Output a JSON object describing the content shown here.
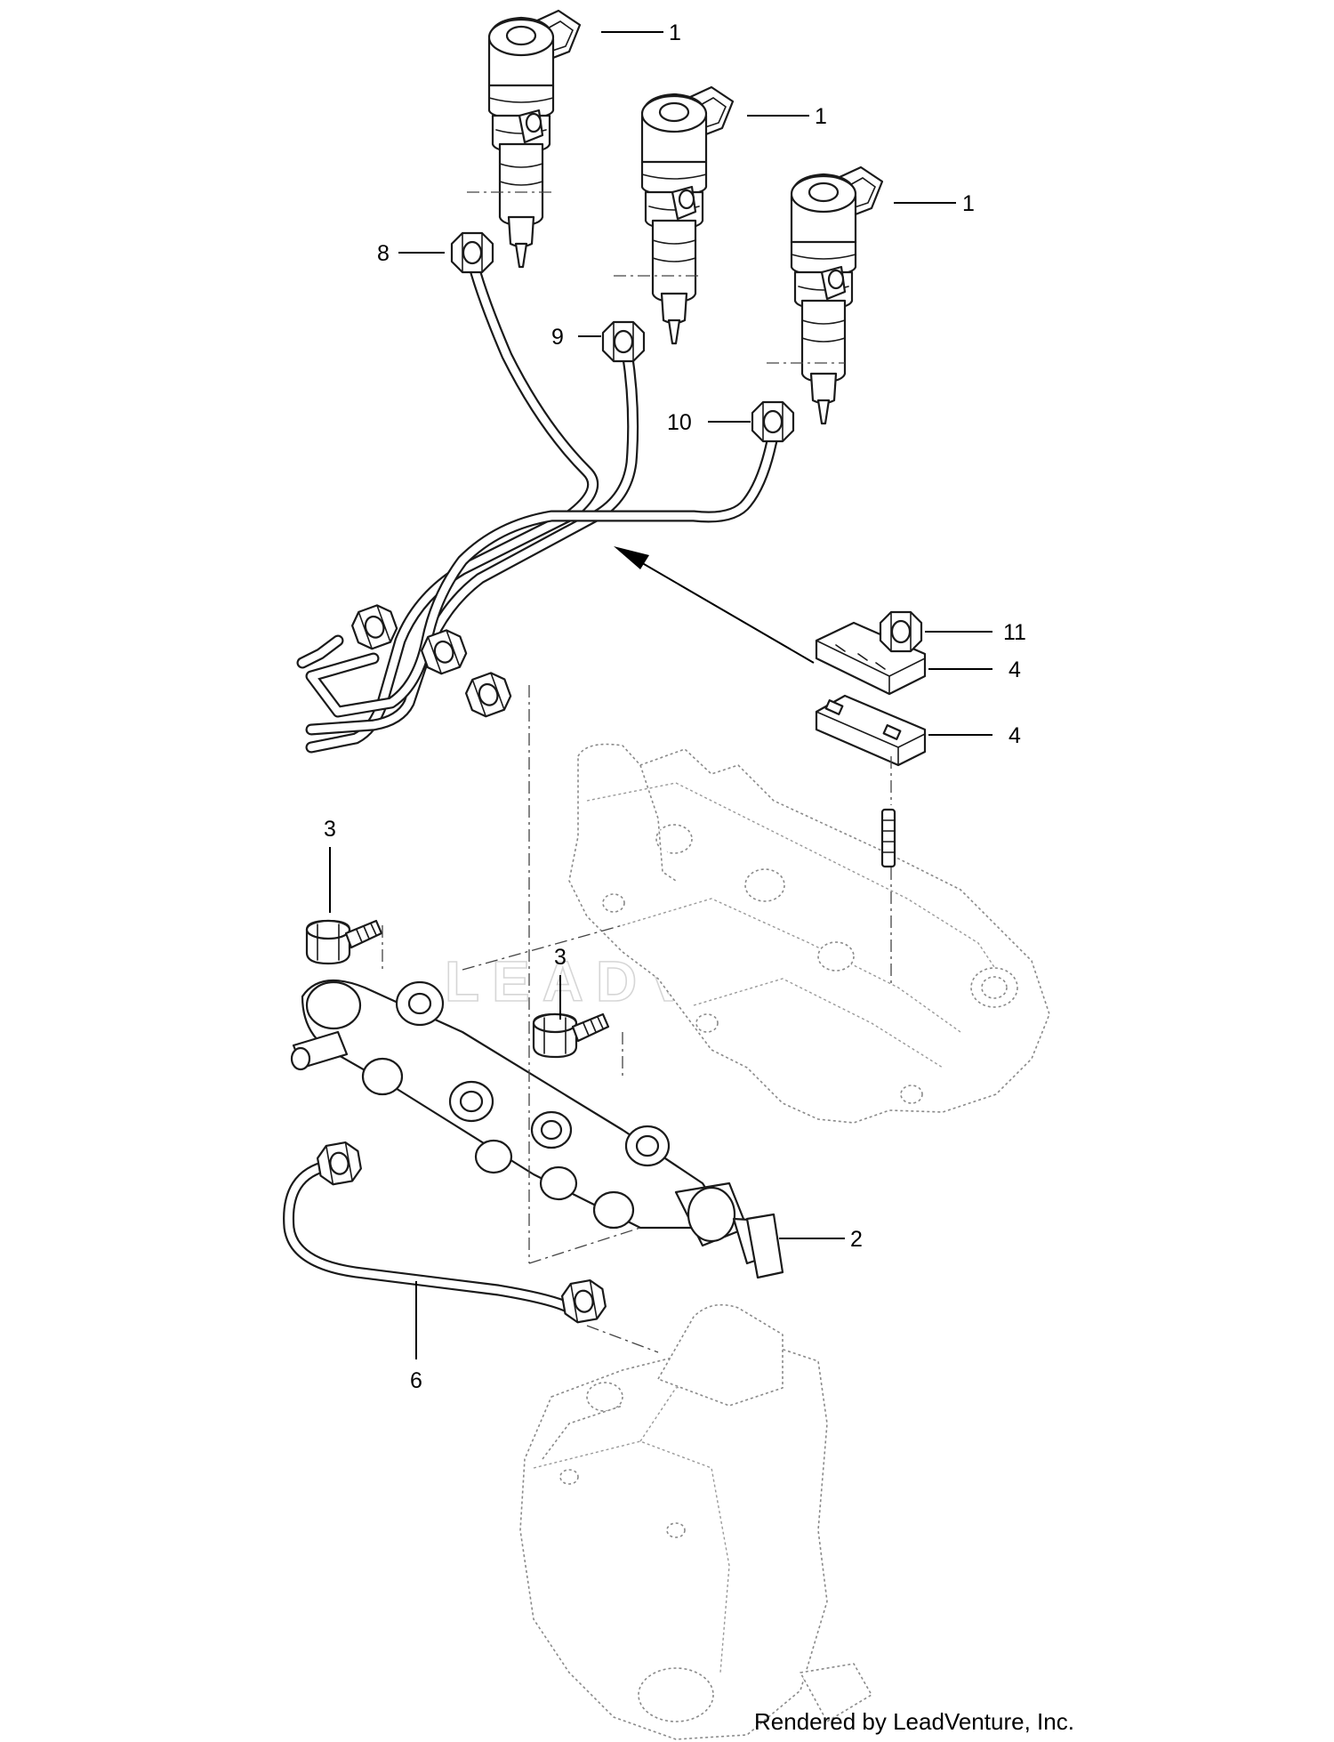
{
  "diagram": {
    "callouts": [
      {
        "id": "c1a",
        "label": "1"
      },
      {
        "id": "c1b",
        "label": "1"
      },
      {
        "id": "c1c",
        "label": "1"
      },
      {
        "id": "c8",
        "label": "8"
      },
      {
        "id": "c9",
        "label": "9"
      },
      {
        "id": "c10",
        "label": "10"
      },
      {
        "id": "c11",
        "label": "11"
      },
      {
        "id": "c4a",
        "label": "4"
      },
      {
        "id": "c4b",
        "label": "4"
      },
      {
        "id": "c3a",
        "label": "3"
      },
      {
        "id": "c3b",
        "label": "3"
      },
      {
        "id": "c2",
        "label": "2"
      },
      {
        "id": "c6",
        "label": "6"
      }
    ],
    "watermark": "LEADVENTURE",
    "credit": "Rendered by LeadVenture, Inc."
  }
}
